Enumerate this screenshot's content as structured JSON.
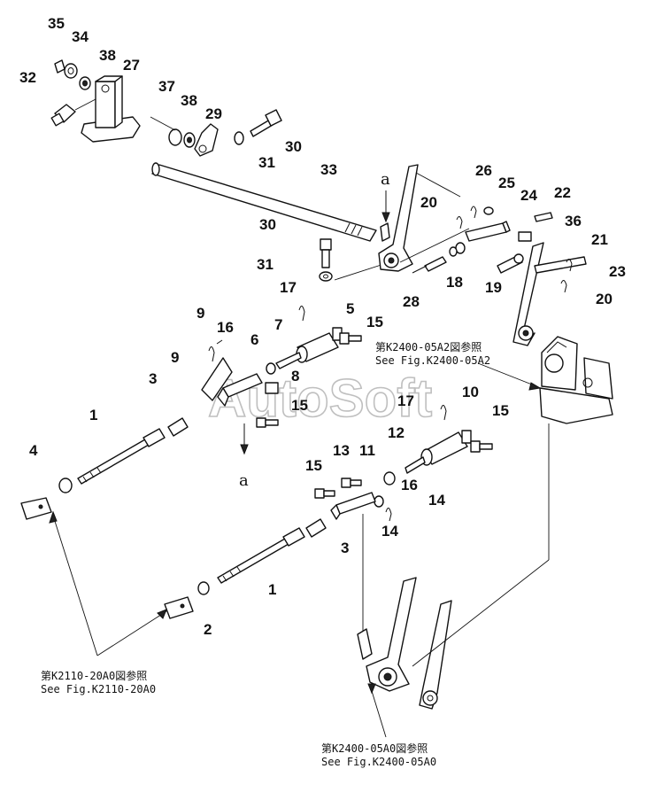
{
  "watermark": "AutoSoft",
  "callouts": {
    "c35": "35",
    "c34": "34",
    "c38a": "38",
    "c27": "27",
    "c32": "32",
    "c37": "37",
    "c38b": "38",
    "c29": "29",
    "c30a": "30",
    "c31a": "31",
    "c33": "33",
    "c30b": "30",
    "c31b": "31",
    "c26": "26",
    "c25": "25",
    "c20a": "20",
    "c24": "24",
    "c22": "22",
    "c36": "36",
    "c21": "21",
    "c18": "18",
    "c19": "19",
    "c23": "23",
    "c20b": "20",
    "c28": "28",
    "c17a": "17",
    "c5": "5",
    "c15a": "15",
    "c9a": "9",
    "c16a": "16",
    "c7": "7",
    "c6": "6",
    "c9b": "9",
    "c8": "8",
    "c3a": "3",
    "c15b": "15",
    "c1a": "1",
    "c4": "4",
    "c17b": "17",
    "c10": "10",
    "c15c": "15",
    "c12": "12",
    "c13": "13",
    "c11": "11",
    "c15d": "15",
    "c16b": "16",
    "c14a": "14",
    "c14b": "14",
    "c3b": "3",
    "c1b": "1",
    "c2": "2"
  },
  "markers": {
    "a_top": "a",
    "a_bottom": "a"
  },
  "references": {
    "fig_k2400_05a2_jp": "第K2400-05A2図参照",
    "fig_k2400_05a2_en": "See Fig.K2400-05A2",
    "fig_k2110_20a0_jp": "第K2110-20A0図参照",
    "fig_k2110_20a0_en": "See Fig.K2110-20A0",
    "fig_k2400_05a0_jp": "第K2400-05A0図参照",
    "fig_k2400_05a0_en": "See Fig.K2400-05A0"
  }
}
